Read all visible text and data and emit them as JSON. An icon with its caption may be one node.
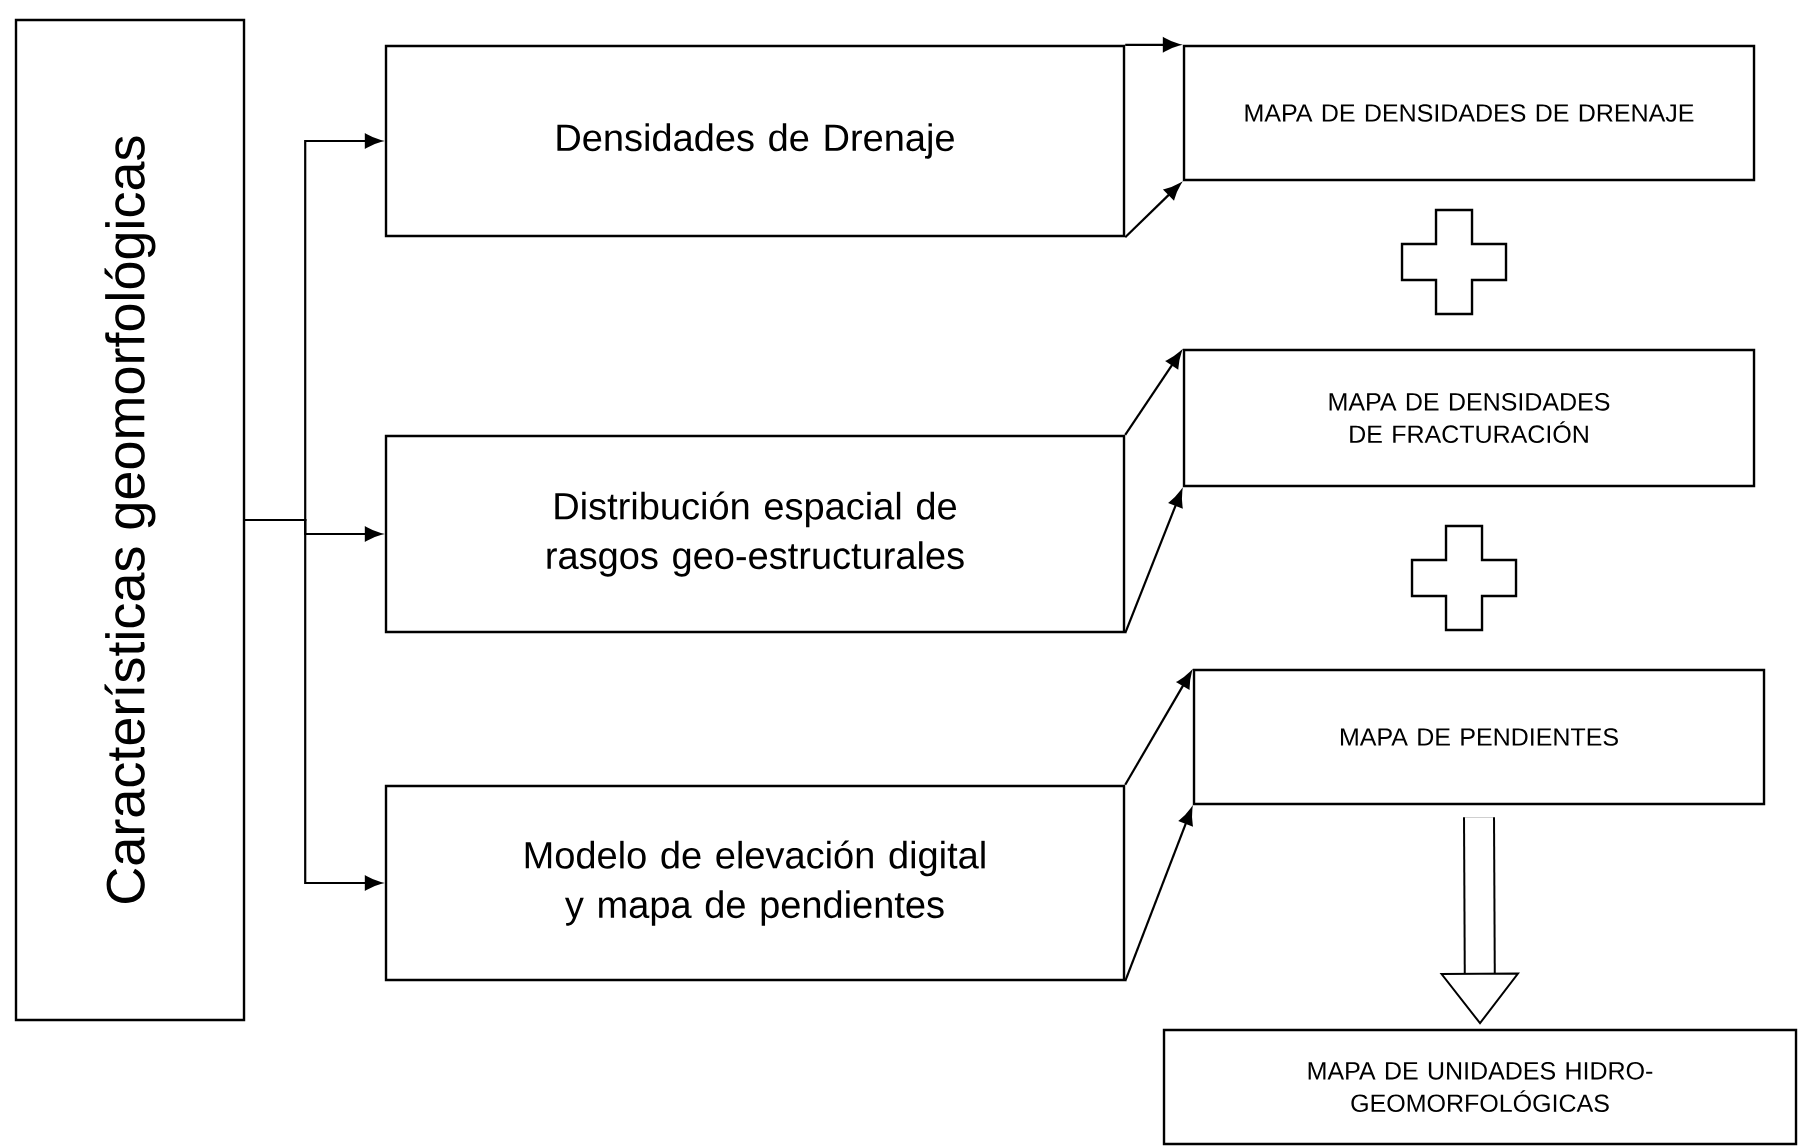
{
  "diagram": {
    "nodes": [
      {
        "text": [
          "Características geomorfológicas"
        ]
      },
      {
        "text": [
          "Densidades de Drenaje"
        ]
      },
      {
        "text": [
          "Distribución espacial de rasgos geo-estructurales"
        ]
      },
      {
        "text": [
          "Modelo de elevación digital y mapa de pendientes"
        ]
      },
      {
        "text": [
          "MAPA DE DENSIDADES DE DRENAJE"
        ]
      },
      {
        "text": [
          "MAPA DE DENSIDADES DE FRACTURACIÓN"
        ]
      },
      {
        "text": [
          "MAPA DE PENDIENTES"
        ]
      },
      {
        "text": [
          "MAPA DE UNIDADES HIDRO- GEOMORFOLÓGICAS"
        ]
      }
    ],
    "edges": [
      {
        "from": 0,
        "to": 1,
        "arrow": "to"
      },
      {
        "from": 0,
        "to": 2,
        "arrow": "to"
      },
      {
        "from": 0,
        "to": 3,
        "arrow": "to"
      },
      {
        "from": 1,
        "to": 4,
        "arrow": "to"
      },
      {
        "from": 1,
        "to": 4,
        "arrow": "to"
      },
      {
        "from": 2,
        "to": 5,
        "arrow": "to"
      },
      {
        "from": 2,
        "to": 5,
        "arrow": "to"
      },
      {
        "from": 3,
        "to": 6,
        "arrow": "to"
      },
      {
        "from": 3,
        "to": 6,
        "arrow": "to"
      },
      {
        "from": 6,
        "to": 7,
        "arrow": "to",
        "style": "thick"
      }
    ]
  }
}
